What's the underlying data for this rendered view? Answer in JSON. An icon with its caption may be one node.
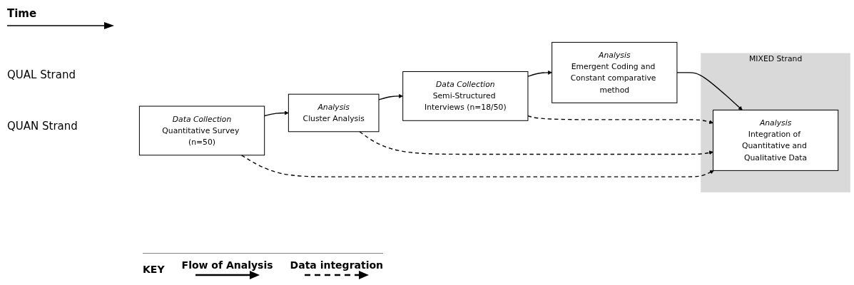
{
  "diagram": {
    "nodes": [
      {
        "text": [
          "Data Collection",
          "Semi-Structured Interviews (n=18/50)"
        ]
      },
      {
        "text": [
          "Analysis",
          "Emergent Coding and Constant comparative method"
        ]
      },
      {
        "text": [
          "MIXED Strand"
        ]
      },
      {
        "text": [
          "Analysis",
          "Integration of Quantitative and Qualitative Data"
        ],
        "in": 2
      },
      {
        "text": [
          "Data Collection",
          "Quantitative Survey (n=50)"
        ]
      },
      {
        "text": [
          "Analysis",
          "Cluster Analysis"
        ]
      }
    ],
    "edges": [
      {
        "from": 4,
        "to": 5,
        "arrow": "to"
      },
      {
        "from": 5,
        "to": 0,
        "arrow": "to"
      },
      {
        "from": 0,
        "to": 1,
        "arrow": "to"
      },
      {
        "from": 1,
        "to": 3,
        "arrow": "to"
      },
      {
        "from": 0,
        "to": 3,
        "arrow": "to",
        "style": "dashed"
      },
      {
        "from": 4,
        "to": 3,
        "arrow": "to",
        "style": "dashed"
      },
      {
        "from": 5,
        "to": 3,
        "arrow": "to",
        "style": "dashed"
      }
    ],
    "labels": [
      "Time",
      "QUAL Strand",
      "QUAN Strand",
      "KEY"
    ],
    "legend": [
      {
        "text": "Flow of Analysis"
      },
      {
        "text": "Data integration"
      }
    ]
  }
}
